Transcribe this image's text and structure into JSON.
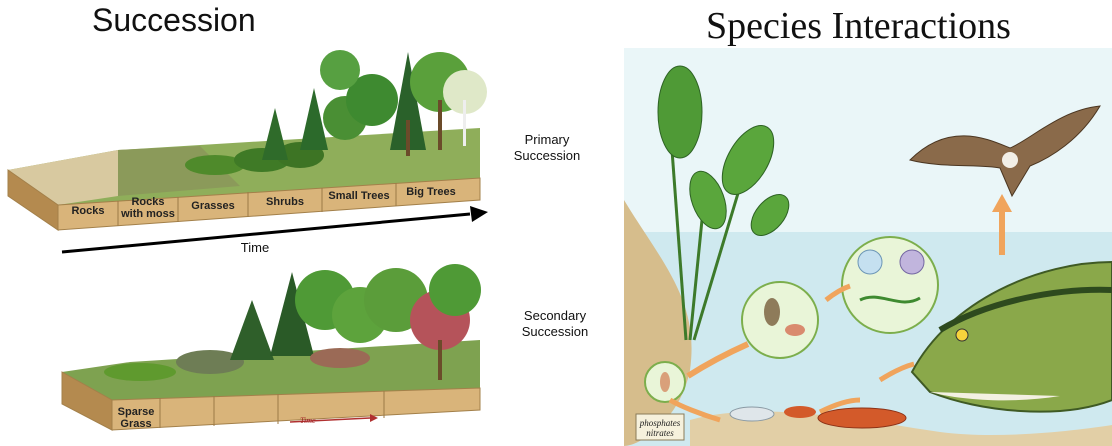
{
  "succession": {
    "title": "Succession",
    "primary": {
      "caption_line1": "Primary",
      "caption_line2": "Succession",
      "time_label": "Time",
      "stages": [
        {
          "line1": "",
          "line2": "Rocks"
        },
        {
          "line1": "Rocks",
          "line2": "with moss"
        },
        {
          "line1": "",
          "line2": "Grasses"
        },
        {
          "line1": "",
          "line2": "Shrubs"
        },
        {
          "line1": "",
          "line2": "Small Trees"
        },
        {
          "line1": "",
          "line2": "Big Trees"
        }
      ]
    },
    "secondary": {
      "caption_line1": "Secondary",
      "caption_line2": "Succession",
      "time_label": "Time",
      "stage_line1": "Sparse",
      "stage_line2": "Grass"
    }
  },
  "species": {
    "title": "Species Interactions",
    "note_line1": "phosphates",
    "note_line2": "nitrates"
  },
  "colors": {
    "soil": "#d9b47a",
    "soil_dark": "#b48a4f",
    "grass": "#5f9a2e",
    "tree_dark": "#2f6b2a",
    "water": "#cfe9ef",
    "sky": "#eaf6f8"
  }
}
